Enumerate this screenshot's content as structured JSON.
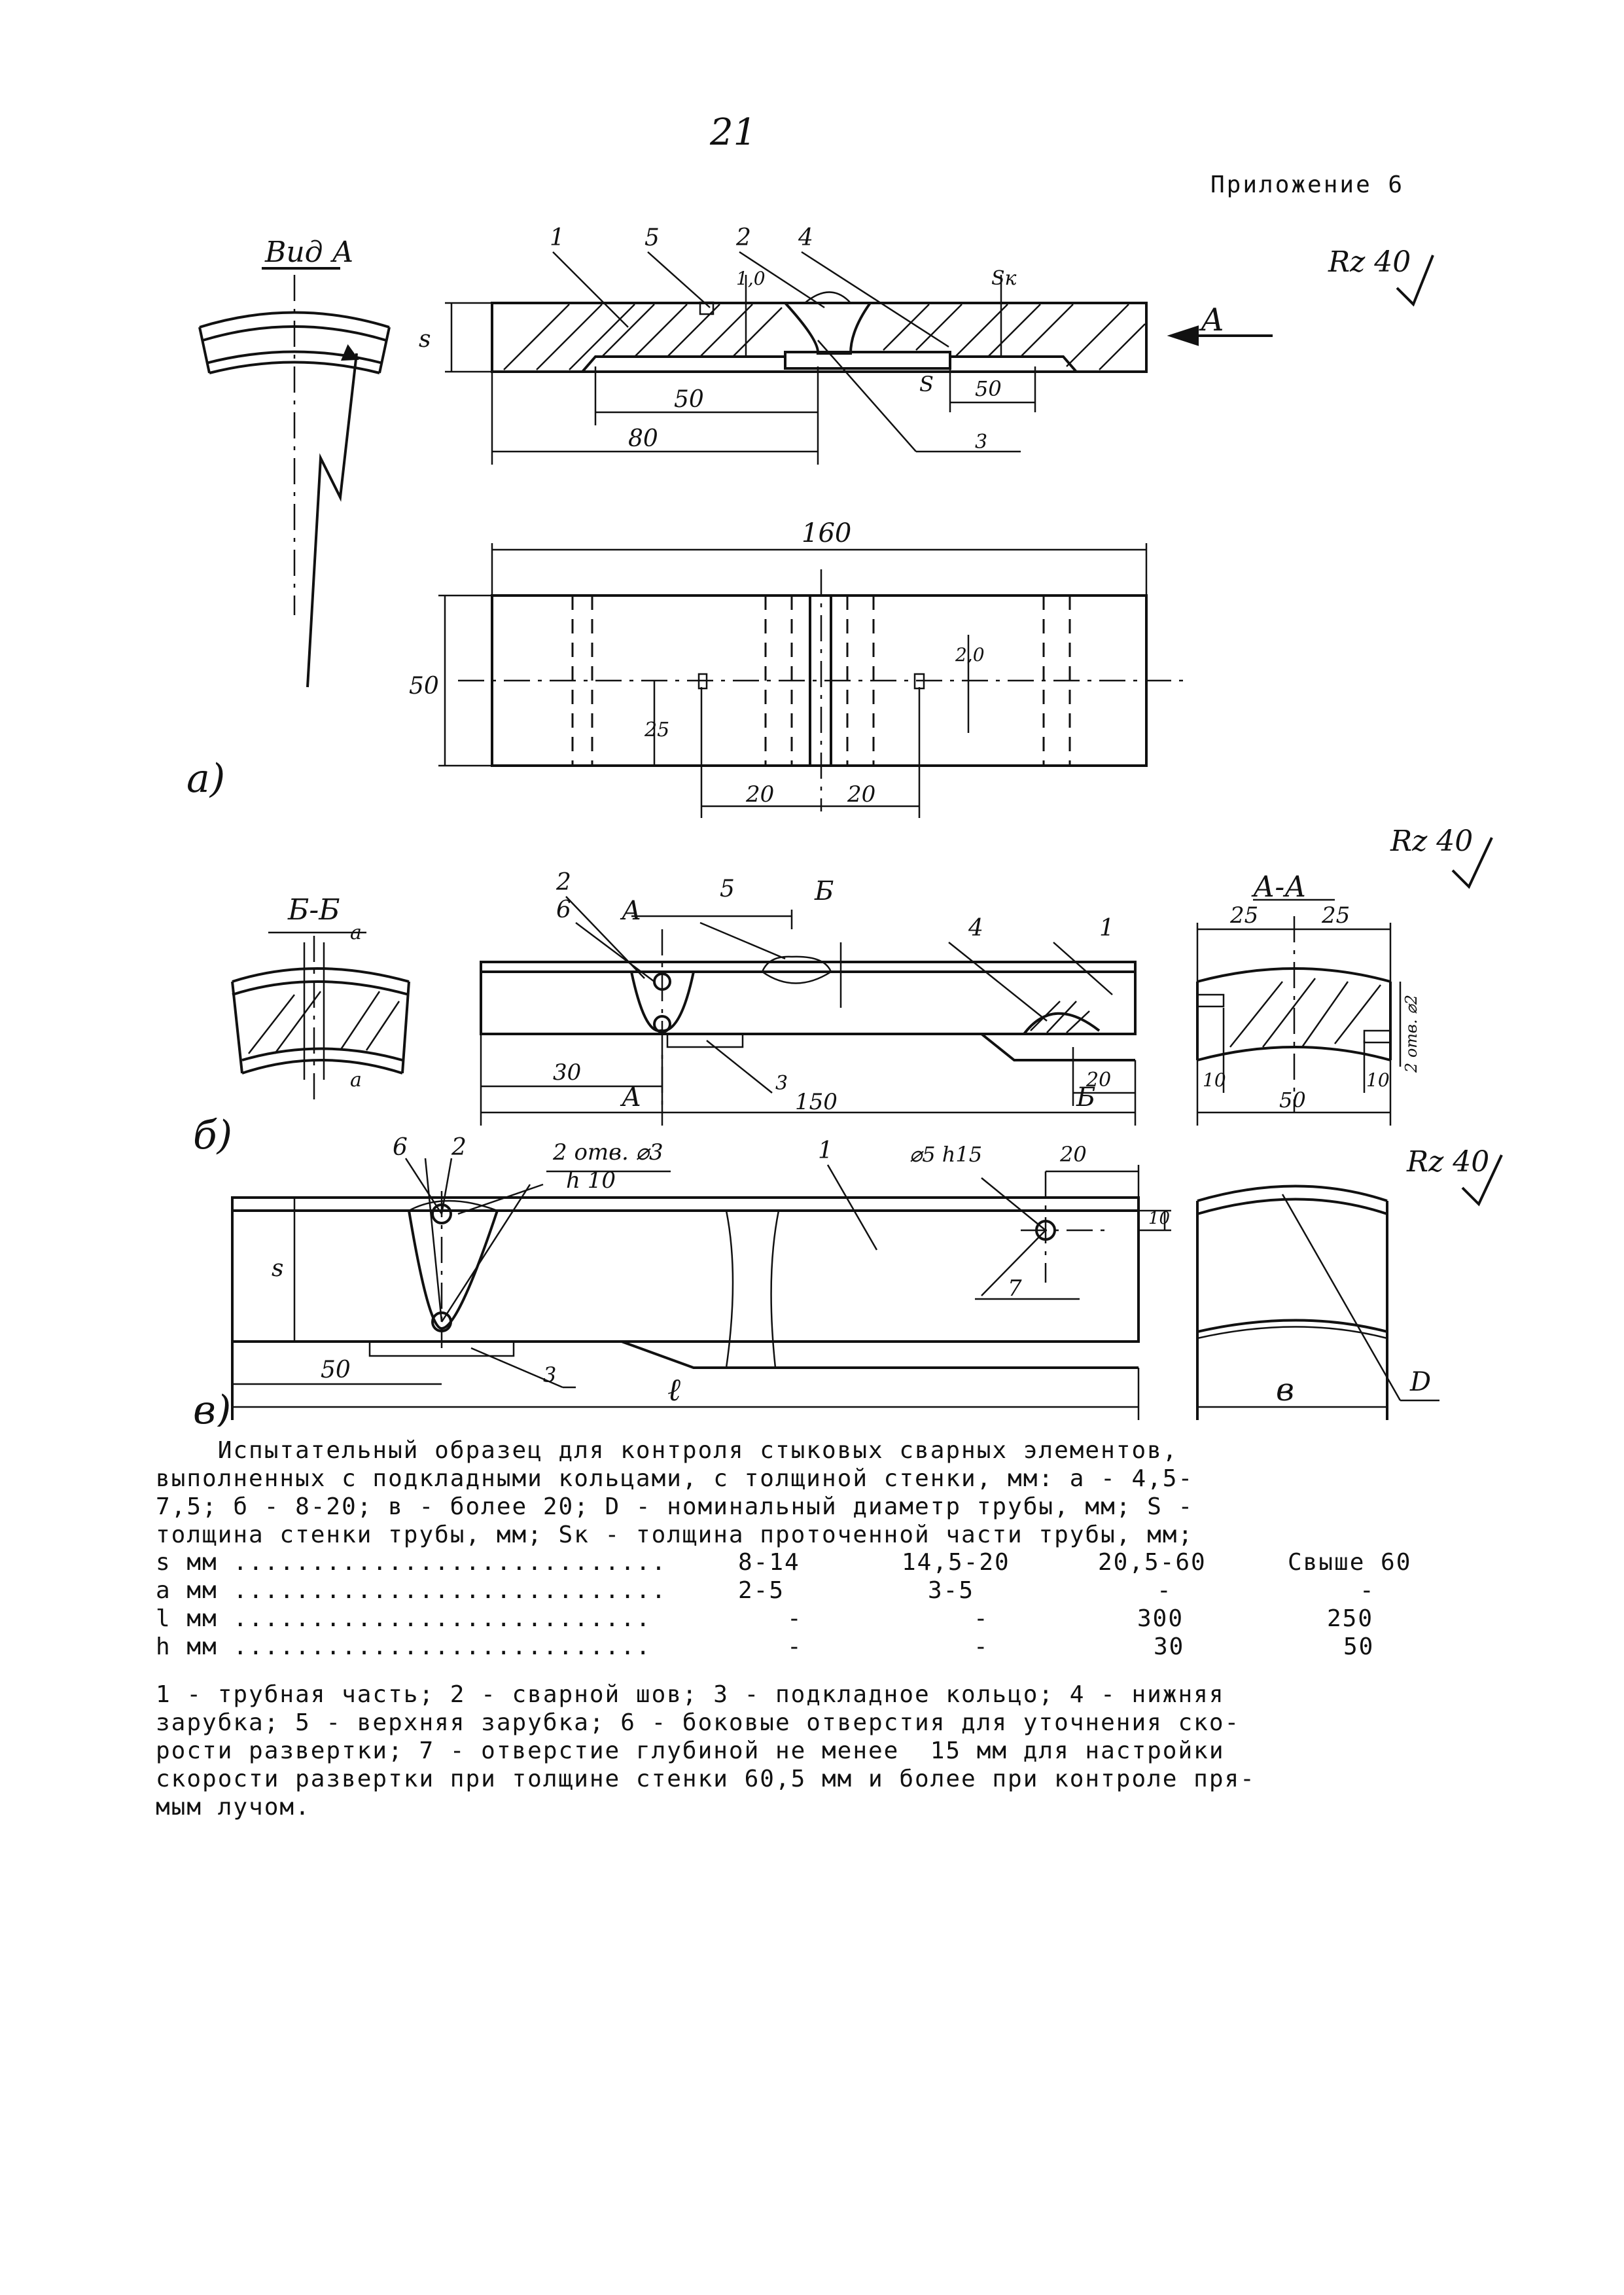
{
  "page_number": "21",
  "appendix_label": "Приложение 6",
  "roughness_mark": "Rz 40",
  "view_labels": {
    "view_a": "Вид А",
    "arrow_a": "А",
    "section_bb": "Б-Б",
    "section_aa": "А-А",
    "part_a": "а)",
    "part_b": "б)",
    "part_v": "в)"
  },
  "dimensions_a": {
    "d50_lower": "50",
    "d50_right": "50",
    "d80": "80",
    "d160": "160",
    "d50_height": "50",
    "d25": "25",
    "d20_left": "20",
    "d20_right": "20",
    "d2": "2,0",
    "d1": "1,0",
    "s_label": "S",
    "sk_label": "Sк",
    "s_left": "s"
  },
  "dimensions_b": {
    "d30": "30",
    "d150": "150",
    "d20": "20",
    "d25_left": "25",
    "d25_right": "25",
    "d50": "50",
    "d10_left": "10",
    "d10_right": "10",
    "holes": "2 отв. ⌀2",
    "a_label": "a",
    "b_label": "Б",
    "a_sec": "А"
  },
  "dimensions_v": {
    "d50": "50",
    "d20": "20",
    "d10": "10",
    "holes": "2 отв. ⌀3",
    "h10": "h 10",
    "hole5": "⌀5 h15",
    "l_label": "ℓ",
    "b_label": "в",
    "d_label": "D",
    "s_label": "s"
  },
  "callouts": {
    "c1": "1",
    "c2": "2",
    "c3": "3",
    "c4": "4",
    "c5": "5",
    "c6": "6",
    "c7": "7"
  },
  "caption_lines": [
    "    Испытательный образец для контроля стыковых сварных элементов,",
    "выполненных с подкладными кольцами, с толщиной стенки, мм: а - 4,5-",
    "7,5; б - 8-20; в - более 20; D - номинальный диаметр трубы, мм; S -",
    "толщина стенки трубы, мм; Sк - толщина проточенной части трубы, мм;"
  ],
  "table_rows": [
    {
      "label": "s мм ............................",
      "c1": "8-14",
      "c2": "14,5-20",
      "c3": "20,5-60",
      "c4": "Свыше 60"
    },
    {
      "label": "а мм ............................",
      "c1": "2-5",
      "c2": "3-5",
      "c3": "-",
      "c4": "-"
    },
    {
      "label": "l мм ........................... ",
      "c1": "-",
      "c2": "-",
      "c3": "300",
      "c4": "250"
    },
    {
      "label": "h мм ........................... ",
      "c1": "-",
      "c2": "-",
      "c3": "30",
      "c4": "50"
    }
  ],
  "legend_lines": [
    "1 - трубная часть; 2 - сварной шов; 3 - подкладное кольцо; 4 - нижняя",
    "зарубка; 5 - верхняя зарубка; 6 - боковые отверстия для уточнения ско-",
    "рости развертки; 7 - отверстие глубиной не менее  15 мм для настройки",
    "скорости развертки при толщине стенки 60,5 мм и более при контроле пря-",
    "мым лучом."
  ]
}
